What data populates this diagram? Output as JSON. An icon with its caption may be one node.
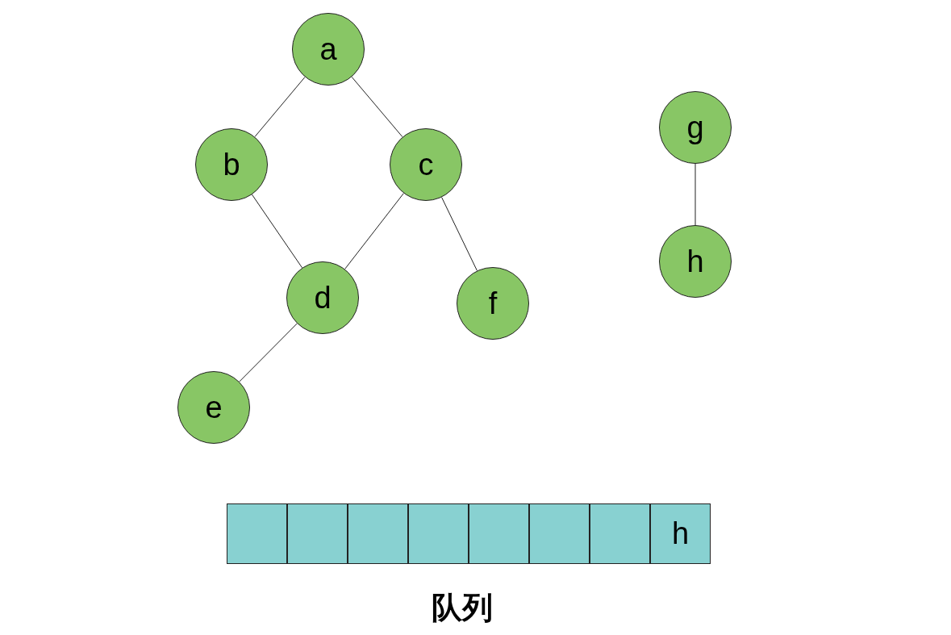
{
  "diagram": {
    "nodes": [
      {
        "text": [
          "a"
        ]
      },
      {
        "text": [
          "b"
        ]
      },
      {
        "text": [
          "c"
        ]
      },
      {
        "text": [
          "d"
        ]
      },
      {
        "text": [
          "e"
        ]
      },
      {
        "text": [
          "f"
        ]
      },
      {
        "text": [
          "g"
        ]
      },
      {
        "text": [
          "h"
        ]
      },
      {
        "text": [],
        "shape": "box"
      },
      {
        "text": [],
        "shape": "box"
      },
      {
        "text": [],
        "shape": "box"
      },
      {
        "text": [],
        "shape": "box"
      },
      {
        "text": [],
        "shape": "box"
      },
      {
        "text": [],
        "shape": "box"
      },
      {
        "text": [],
        "shape": "box"
      },
      {
        "text": [
          "h"
        ]
      }
    ],
    "edges": [
      {
        "from": 0,
        "to": 1,
        "arrow": "none"
      },
      {
        "from": 0,
        "to": 2,
        "arrow": "none"
      },
      {
        "from": 1,
        "to": 3,
        "arrow": "none"
      },
      {
        "from": 2,
        "to": 3,
        "arrow": "none"
      },
      {
        "from": 2,
        "to": 5,
        "arrow": "none"
      },
      {
        "from": 3,
        "to": 4,
        "arrow": "none"
      },
      {
        "from": 6,
        "to": 7,
        "arrow": "none"
      }
    ],
    "labels": [
      "队列"
    ]
  }
}
